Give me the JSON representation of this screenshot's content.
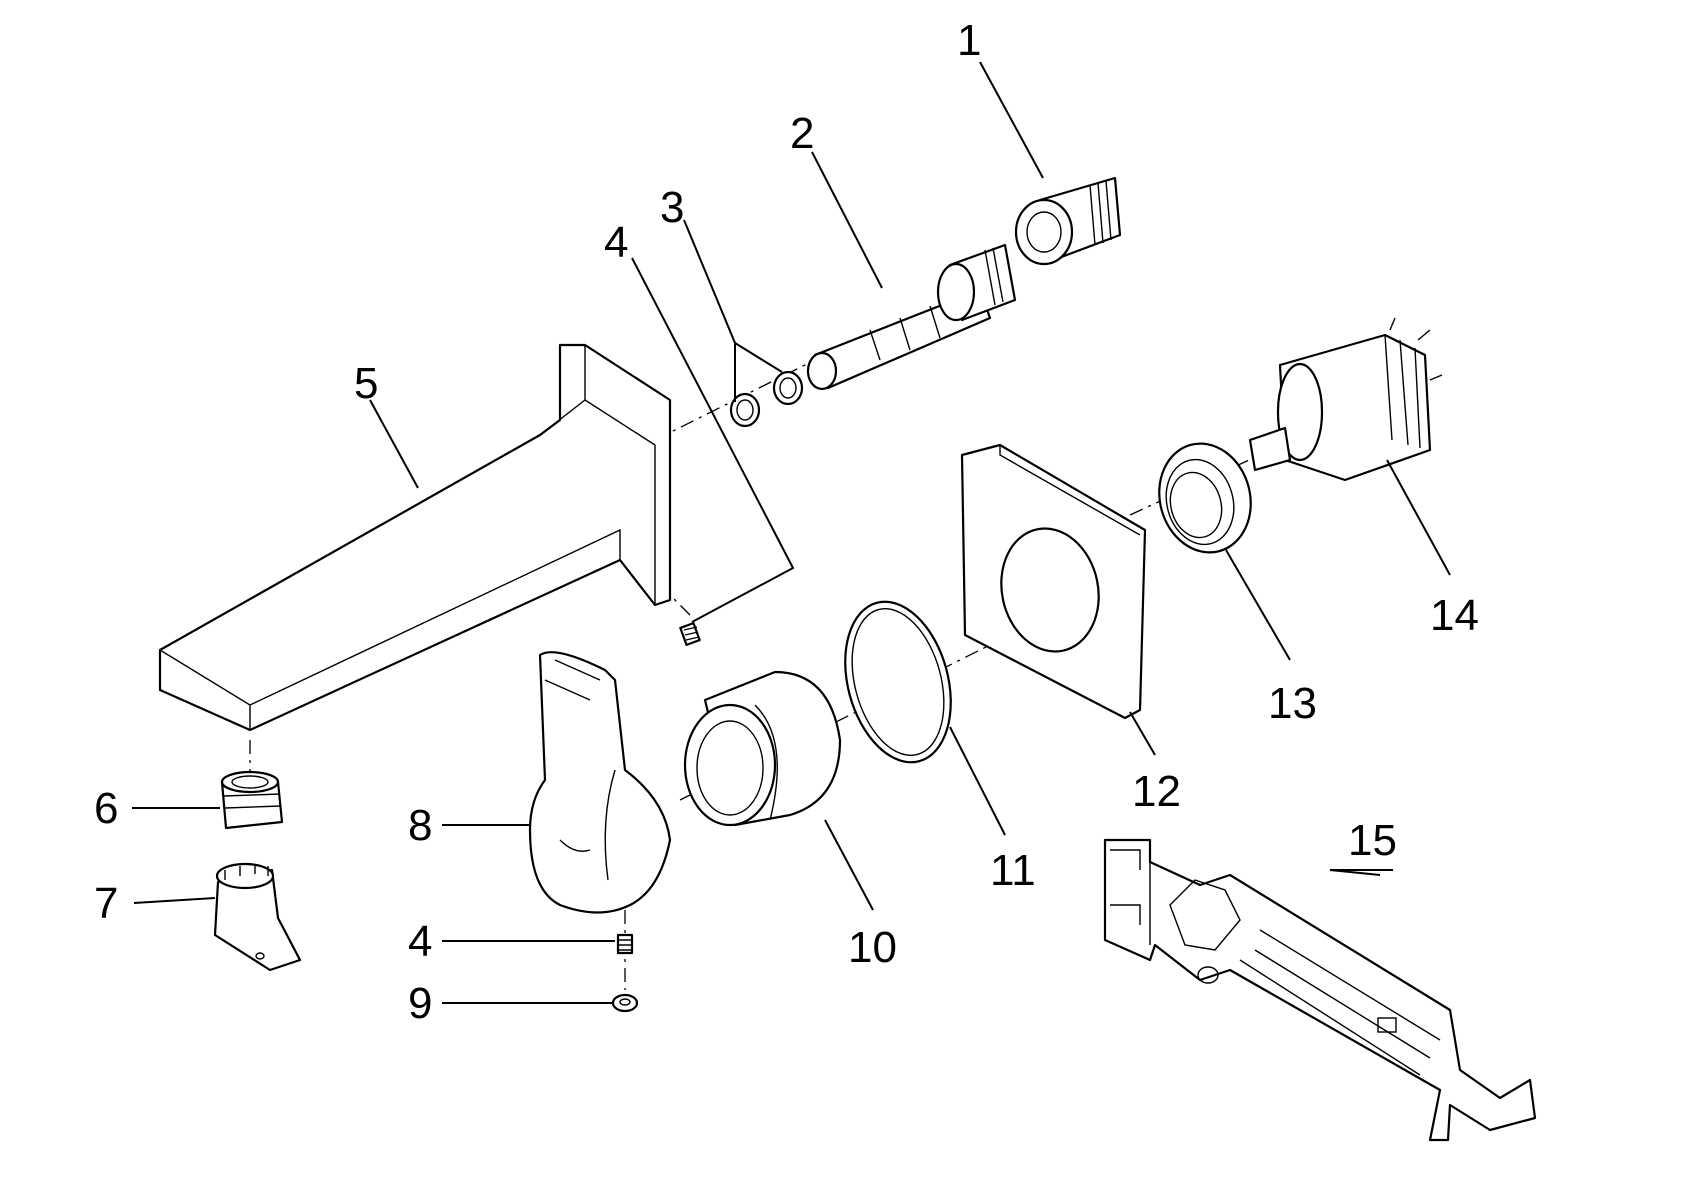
{
  "callouts": [
    {
      "id": "1",
      "text": "1"
    },
    {
      "id": "2",
      "text": "2"
    },
    {
      "id": "3",
      "text": "3"
    },
    {
      "id": "4a",
      "text": "4"
    },
    {
      "id": "5",
      "text": "5"
    },
    {
      "id": "6",
      "text": "6"
    },
    {
      "id": "7",
      "text": "7"
    },
    {
      "id": "8",
      "text": "8"
    },
    {
      "id": "4b",
      "text": "4"
    },
    {
      "id": "9",
      "text": "9"
    },
    {
      "id": "10",
      "text": "10"
    },
    {
      "id": "11",
      "text": "11"
    },
    {
      "id": "12",
      "text": "12"
    },
    {
      "id": "13",
      "text": "13"
    },
    {
      "id": "14",
      "text": "14"
    },
    {
      "id": "15",
      "text": "15"
    }
  ]
}
